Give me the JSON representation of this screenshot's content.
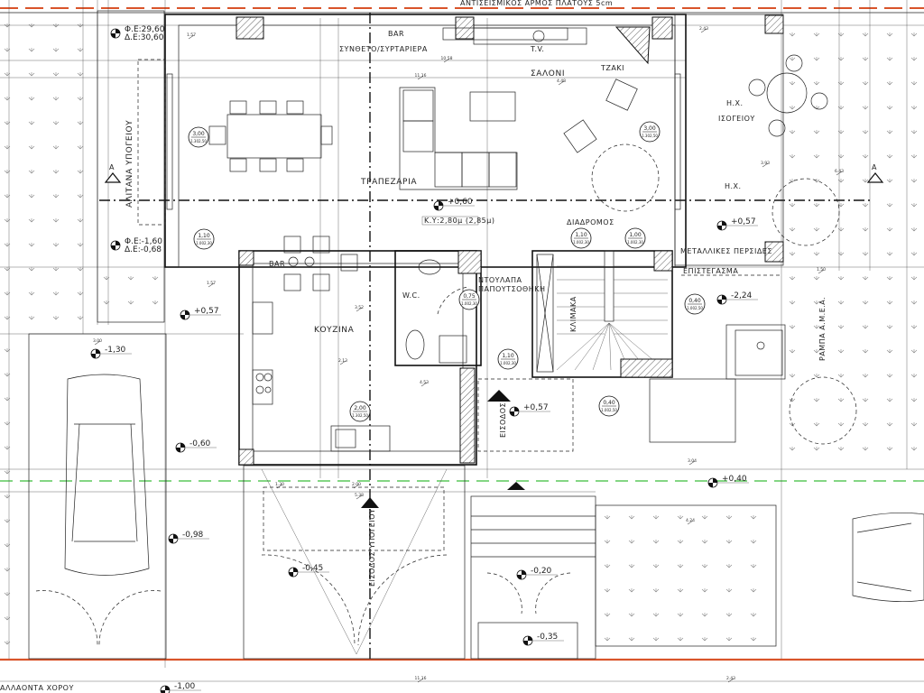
{
  "drawing": {
    "top_note": "ΑΝΤΙΣΕΙΣΜΙΚΟΣ ΑΡΜΟΣ ΠΛΑΤΟΥΣ 5cm",
    "bottom_note": "ΑΛΛΑΟΝΤΑ ΧΟΡΟΥ",
    "colors": {
      "property_line": "#d9542b",
      "building_line": "#5cc85c",
      "lines": "#111111"
    }
  },
  "rooms": {
    "dining": "ΤΡΑΠΕΖΑΡΙΑ",
    "living": "ΣΑΛΟΝΙ",
    "fireplace": "ΤΖΑΚΙ",
    "tv": "T.V.",
    "bar_top": "BAR",
    "cabinet": "ΣΥΝΘΕΤΟ/ΣΥΡΤΑΡΙΕΡΑ",
    "corridor": "ΔΙΑΔΡΟΜΟΣ",
    "kitchen": "ΚΟΥΖΙΝΑ",
    "bar_kitchen": "BAR",
    "wc": "W.C.",
    "wardrobe_1": "ΝΤΟΥΛΑΠΑ",
    "wardrobe_2": "ΠΑΠΟΥΤΣΟΘΗΚΗ",
    "stair": "ΚΛΙΜΑΚΑ",
    "entrance": "ΕΙΣΟΔΟΣ",
    "patio_1a": "Η.Χ.",
    "patio_1b": "ΙΣΟΓΕΙΟΥ",
    "patio_2": "Η.Χ.",
    "louvers": "ΜΕΤΑΛΛΙΚΕΣ ΠΕΡΣΙΔΕΣ",
    "canopy": "ΕΠΙΣΤΕΓΑΣΜΑ",
    "ramp": "ΡΑΜΠΑ Α.Μ.Ε.Α.",
    "basement_light_well": "ΑΛΙΤΑΝΑ ΥΠΟΓΕΙΟΥ",
    "basement_entrance": "ΕΙΣΟΔΟΣ ΥΠΟΓΕΙΟΥ",
    "section_mark": "A",
    "ceiling_height": "Κ.Υ:2,80μ (2,85μ)"
  },
  "levels": {
    "living": "+0,60",
    "entry": "+0,57",
    "patio": "+0,57",
    "left_stairs": "+0,57",
    "ramp_low": "-2,24",
    "street_line": "+0,40",
    "carport": "-1,30",
    "left_mid": "-0,60",
    "left_low": "-0,98",
    "basement_ramp": "-0,45",
    "steps_low": "-0,20",
    "steps_bottom": "-0,35",
    "sidewalk": "-1,00",
    "fe_top": "Φ.Ε:29,60",
    "de_top": "Δ.Ε:30,60",
    "fe_low": "Φ.Ε:-1,60",
    "de_low": "Δ.Ε:-0,68"
  },
  "openings": [
    {
      "h": "3,00",
      "s": "1.302,50"
    },
    {
      "h": "3,00",
      "s": "1.302,50"
    },
    {
      "h": "1,10",
      "s": "1.002,30"
    },
    {
      "h": "1,10",
      "s": "1.002,30"
    },
    {
      "h": "1,00",
      "s": "1.002,30"
    },
    {
      "h": "0,75",
      "s": "1.002,30"
    },
    {
      "h": "1,10",
      "s": "1.002,30"
    },
    {
      "h": "2,00",
      "s": "1.302,50"
    },
    {
      "h": "0,40",
      "s": "1.002,50"
    },
    {
      "h": "0,40",
      "s": "1.002,50"
    }
  ],
  "dimensions": [
    "1.57",
    "10.58",
    "11.16",
    "4.48",
    "2.43",
    "3.93",
    "6.43",
    "3.04",
    "1.50",
    "4.24",
    "11.16",
    "2.43",
    "3.52",
    "2.13",
    "4.53",
    "1.57",
    "3.00",
    "5.38",
    "1.30",
    "2.00"
  ]
}
